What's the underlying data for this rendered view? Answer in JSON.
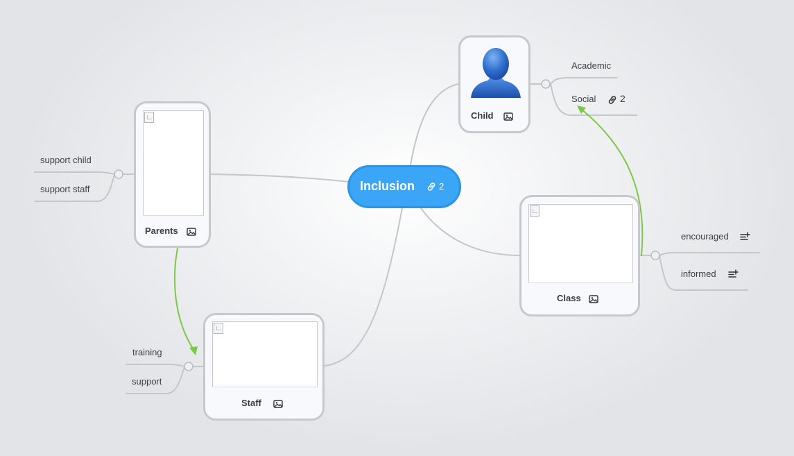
{
  "central_topic": {
    "title": "Inclusion",
    "link_count": "2"
  },
  "main_topics": {
    "child": {
      "label": "Child",
      "image": "person-silhouette",
      "subtopics": [
        {
          "label": "Academic"
        },
        {
          "label": "Social",
          "link_count": "2"
        }
      ]
    },
    "parents": {
      "label": "Parents",
      "subtopics": [
        {
          "label": "support child"
        },
        {
          "label": "support staff"
        }
      ]
    },
    "staff": {
      "label": "Staff",
      "subtopics": [
        {
          "label": "training"
        },
        {
          "label": "support"
        }
      ]
    },
    "class": {
      "label": "Class",
      "subtopics": [
        {
          "label": "encouraged",
          "icon": "note-add-icon"
        },
        {
          "label": "informed",
          "icon": "note-add-icon"
        }
      ]
    }
  },
  "colors": {
    "central_fill": "#3aa6f5",
    "relationship_arrow": "#7ac943",
    "connector_line": "#c4c6ca",
    "card_border": "#c6c8cc"
  }
}
